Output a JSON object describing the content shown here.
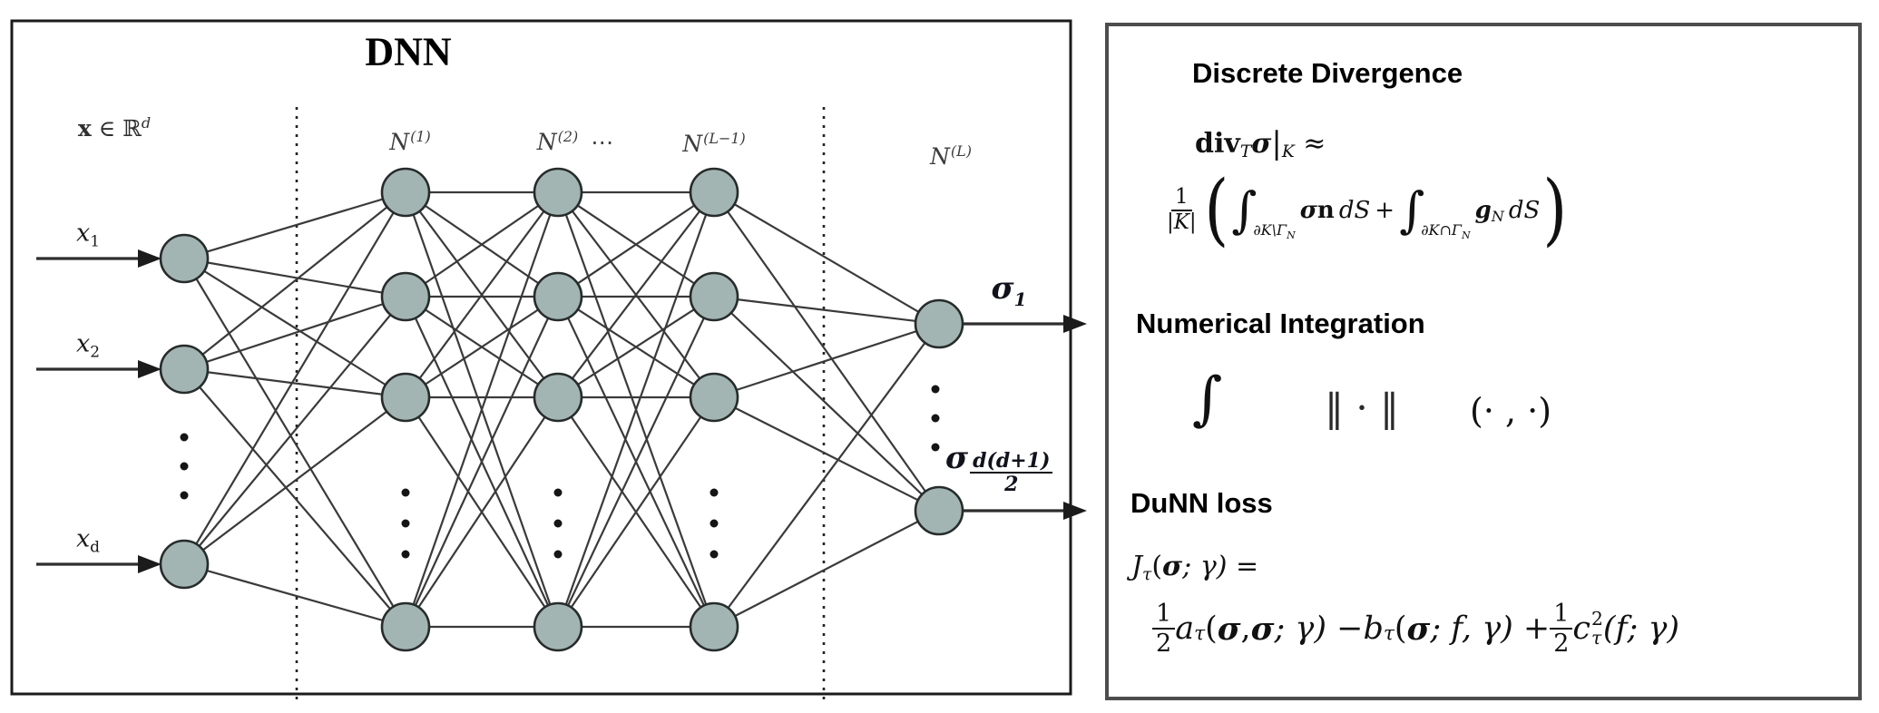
{
  "left_panel": {
    "title": "DNN",
    "input_space": {
      "vec": "x",
      "mid": " ∈ ℝ",
      "sup": "d"
    },
    "layers": [
      {
        "base": "N",
        "sup": "(1)"
      },
      {
        "base": "N",
        "sup": "(2)",
        "ellipsis": "⋯"
      },
      {
        "base": "N",
        "sup": "(L−1)"
      },
      {
        "base": "N",
        "sup": "(L)"
      }
    ],
    "inputs": [
      {
        "base": "x",
        "sub": "1"
      },
      {
        "base": "x",
        "sub": "2"
      },
      {
        "base": "x",
        "sub": "d"
      }
    ],
    "outputs": {
      "first": {
        "base": "σ",
        "sub": "1"
      },
      "last": {
        "base": "σ",
        "num": "d(d+1)",
        "den": "2"
      }
    },
    "colors": {
      "node_fill": "#a2b5b2",
      "node_stroke": "#262b2b",
      "edge": "#3a3a3a"
    }
  },
  "right_panel": {
    "divergence": {
      "heading": "Discrete Divergence",
      "op": "div",
      "op_sub": "T",
      "op_arg": "σ",
      "bar": "|",
      "bar_sub": "K",
      "approx": "≈",
      "coef_num": "1",
      "coef_den": "|K|",
      "lparen": "(",
      "rparen": ")",
      "int1_sign": "∫",
      "int1_sub": "∂K\\Γ",
      "int1_subsub": "N",
      "integrand1_sigma": "σ",
      "integrand1_n": "n",
      "integrand1_ds": "dS",
      "plus": "+",
      "int2_sign": "∫",
      "int2_sub": "∂K∩Γ",
      "int2_subsub": "N",
      "integrand2_g": "g",
      "integrand2_sub": "N",
      "integrand2_ds": "dS"
    },
    "numerical": {
      "heading": "Numerical Integration",
      "integral": "∫",
      "norm": "‖ · ‖",
      "inner": "(· , ·)"
    },
    "dunn": {
      "heading": "DuNN loss",
      "lhs_j": "J",
      "lhs_sub": "τ",
      "lhs_open": "(",
      "lhs_sigma": "σ",
      "lhs_close": "; γ) =",
      "f1_num": "1",
      "f1_den": "2",
      "a": "a",
      "a_sub": "τ",
      "a_open": "(",
      "a_sig1": "σ",
      "a_comma": ", ",
      "a_sig2": "σ",
      "a_close": "; γ) − ",
      "b": "b",
      "b_sub": "τ",
      "b_open": "(",
      "b_sig": "σ",
      "b_close": "; f, γ) + ",
      "f2_num": "1",
      "f2_den": "2",
      "c": "c",
      "c_sup": "2",
      "c_sub": "τ",
      "c_args": "(f; γ)"
    }
  }
}
